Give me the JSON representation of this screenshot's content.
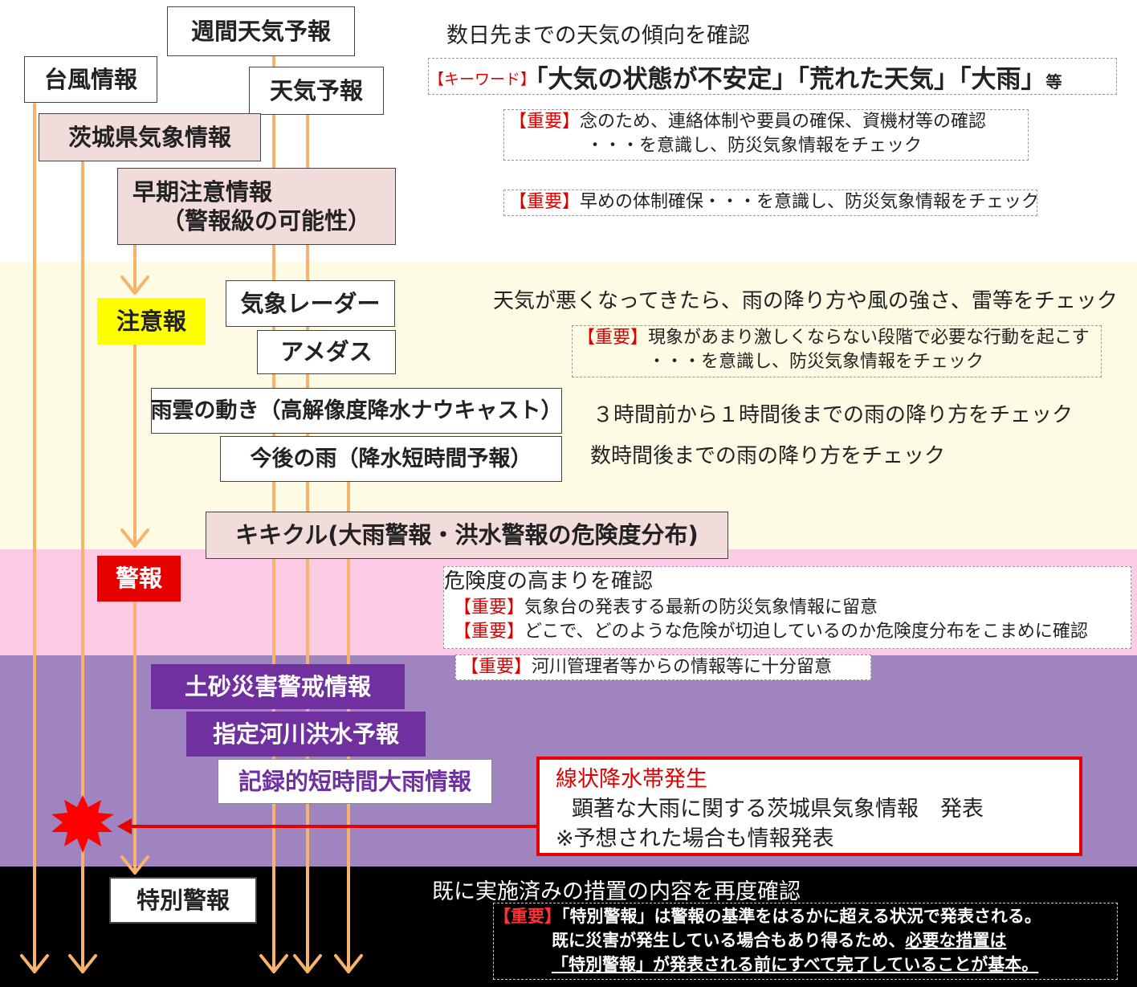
{
  "colors": {
    "arrow": "#f7b36b",
    "arrow_red": "#e60000",
    "band_cream": "#fdfbe3",
    "band_pink": "#fbcbe6",
    "band_purple": "#a084bf",
    "band_black": "#000000",
    "warning_red": "#e60000",
    "advisory_yellow": "#ffff00"
  },
  "boxes": {
    "weekly": "週間天気予報",
    "typhoon": "台風情報",
    "forecast": "天気予報",
    "prefecture": "茨城県気象情報",
    "early_line1": "早期注意情報",
    "early_line2": "（警報級の可能性）",
    "radar": "気象レーダー",
    "amedas": "アメダス",
    "nowcast": "雨雲の動き（高解像度降水ナウキャスト）",
    "short_range": "今後の雨（降水短時間予報）",
    "kikikuru": "キキクル(大雨警報・洪水警報の危険度分布)",
    "landslide": "土砂災害警戒情報",
    "river": "指定河川洪水予報",
    "record_rain": "記録的短時間大雨情報"
  },
  "levels": {
    "advisory": "注意報",
    "warning": "警報",
    "emergency": "特別警報"
  },
  "texts": {
    "weekly_desc": "数日先までの天気の傾向を確認",
    "keyword_tag": "【キーワード】",
    "keyword_text": "「大気の状態が不安定」「荒れた天気」「大雨」",
    "keyword_suffix": "等",
    "imp_tag": "【重要】",
    "imp1_line1": "念のため、連絡体制や要員の確保、資機材等の確認",
    "imp1_line2": "・・・を意識し、防災気象情報をチェック",
    "imp2": "早めの体制確保・・・を意識し、防災気象情報をチェック",
    "weather_bad": "天気が悪くなってきたら、雨の降り方や風の強さ、雷等をチェック",
    "imp3_line1": "現象があまり激しくならない段階で必要な行動を起こす",
    "imp3_line2": "・・・を意識し、防災気象情報をチェック",
    "nowcast_desc": "３時間前から１時間後までの雨の降り方をチェック",
    "short_desc": "数時間後までの雨の降り方をチェック",
    "danger_title": "危険度の高まりを確認",
    "imp4": "気象台の発表する最新の防災気象情報に留意",
    "imp5": "どこで、どのような危険が切迫しているのか危険度分布をこまめに確認",
    "imp6": "河川管理者等からの情報等に十分留意",
    "linear_title": "線状降水帯発生",
    "linear_line2": "顕著な大雨に関する茨城県気象情報　発表",
    "linear_line3": "※予想された場合も情報発表",
    "reconfirm": "既に実施済みの措置の内容を再度確認",
    "sp1": "「特別警報」は警報の基準をはるかに超える状況で発表される。",
    "sp2_a": "既に災害が発生している場合もあり得るため、",
    "sp2_b": "必要な措置は",
    "sp3": "「特別警報」が発表される前にすべて完了していることが基本。"
  }
}
